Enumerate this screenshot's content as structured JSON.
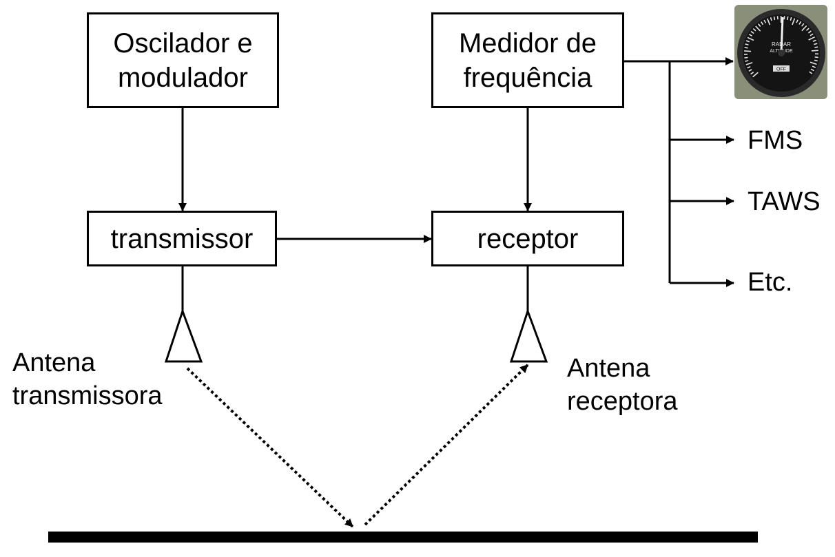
{
  "blocks": {
    "oscillator": [
      "Oscilador e",
      "modulador"
    ],
    "freq_meter": [
      "Medidor de",
      "frequência"
    ],
    "transmitter": "transmissor",
    "receiver": "receptor"
  },
  "outputs": [
    "FMS",
    "TAWS",
    "Etc."
  ],
  "antennas": {
    "tx": [
      "Antena",
      "transmissora"
    ],
    "rx": [
      "Antena",
      "receptora"
    ]
  },
  "gauge": {
    "icon": "radar-altimeter-gauge-icon",
    "face_text": [
      "RADAR",
      "ALTITUDE",
      "OFF"
    ],
    "colors": {
      "bezel": "#2a2a2a",
      "face": "#141414",
      "marks": "#e8e8e8",
      "frame": "#8a8f7a"
    }
  },
  "colors": {
    "line": "#000000",
    "background": "#ffffff"
  }
}
